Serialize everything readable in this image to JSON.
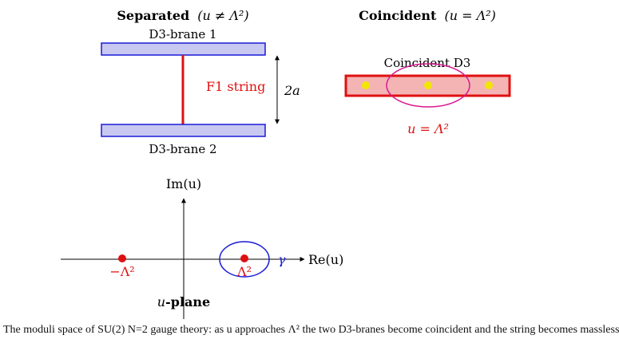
{
  "panels": {
    "separated": {
      "title": "Separated",
      "condition": "(u ≠ Λ²)",
      "top_brane_label": "D3-brane 1",
      "bottom_brane_label": "D3-brane 2",
      "string_label": "F1 string",
      "separation_label": "2a"
    },
    "coincident": {
      "title": "Coincident",
      "condition": "(u = Λ²)",
      "brane_label": "Coincident D3",
      "value_label": "u = Λ²"
    }
  },
  "u_plane": {
    "y_axis_label": "Im(u)",
    "x_axis_label": "Re(u)",
    "left_point_label": "−Λ²",
    "right_point_label": "Λ²",
    "contour_label": "γ",
    "plane_label_var": "u",
    "plane_label_text": "-plane"
  },
  "caption": "The moduli space of SU(2) N=2 gauge theory: as u approaches Λ² the two D3-branes become coincident and the string becomes massless",
  "colors": {
    "brane_fill": "#c8c8f0",
    "brane_stroke": "#1a1ad8",
    "string": "#e01010",
    "coincident_fill": "#f4b4b4",
    "coincident_stroke": "#e01010",
    "dots": "#f2e600",
    "ellipse": "#d81890",
    "contour": "#1a1ad8",
    "points": "#e01010"
  }
}
